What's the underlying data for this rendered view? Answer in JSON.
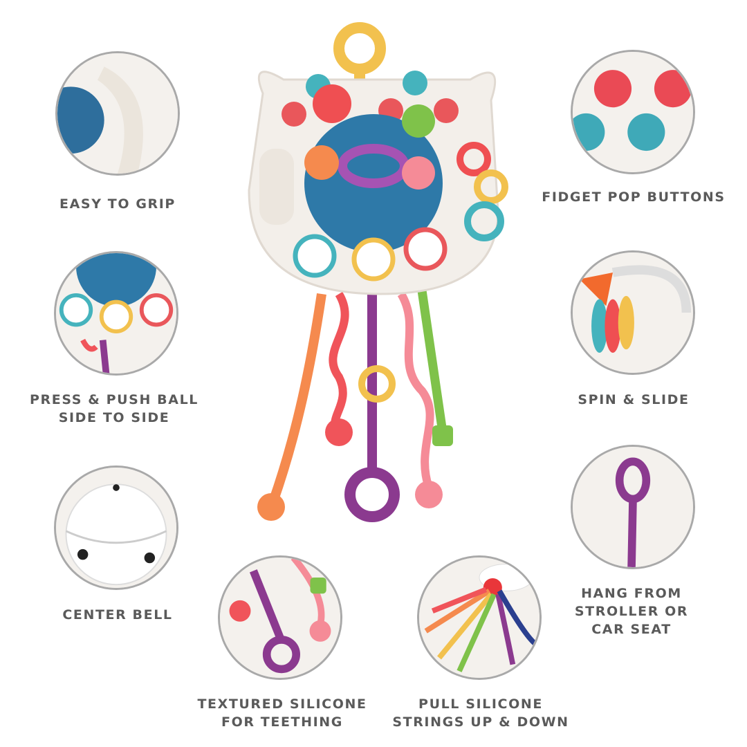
{
  "features": {
    "easy_grip": {
      "lines": [
        "EASY TO GRIP"
      ]
    },
    "fidget_pop": {
      "lines": [
        "FIDGET POP BUTTONS"
      ]
    },
    "press_push": {
      "lines": [
        "PRESS & PUSH BALL",
        "SIDE TO SIDE"
      ]
    },
    "spin_slide": {
      "lines": [
        "SPIN & SLIDE"
      ]
    },
    "center_bell": {
      "lines": [
        "CENTER BELL"
      ]
    },
    "hang": {
      "lines": [
        "HANG FROM",
        "STROLLER OR",
        "CAR SEAT"
      ]
    },
    "textured": {
      "lines": [
        "TEXTURED SILICONE",
        "FOR TEETHING"
      ]
    },
    "pull": {
      "lines": [
        "PULL SILICONE",
        "STRINGS UP & DOWN"
      ]
    }
  },
  "colors": {
    "label": "#5a5a5a",
    "circle_border": "#a9a9a9"
  }
}
